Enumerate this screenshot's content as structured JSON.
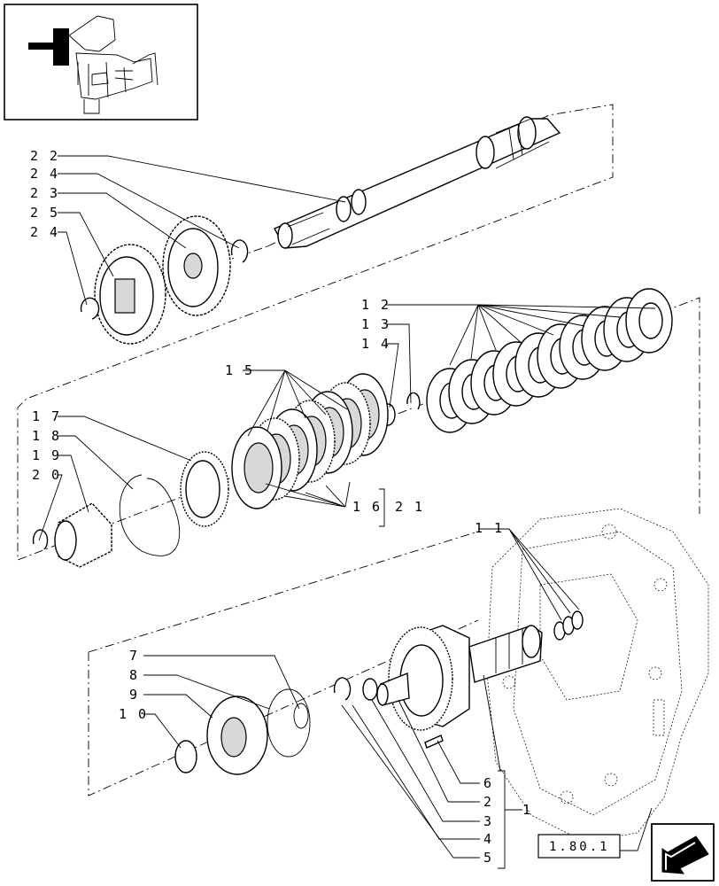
{
  "diagram": {
    "reference_box": "1.80.1",
    "callouts": [
      {
        "id": "22",
        "text": "2 2"
      },
      {
        "id": "24a",
        "text": "2 4"
      },
      {
        "id": "23",
        "text": "2 3"
      },
      {
        "id": "25",
        "text": "2 5"
      },
      {
        "id": "24b",
        "text": "2 4"
      },
      {
        "id": "12",
        "text": "1 2"
      },
      {
        "id": "13",
        "text": "1 3"
      },
      {
        "id": "14",
        "text": "1 4"
      },
      {
        "id": "15",
        "text": "1 5"
      },
      {
        "id": "17",
        "text": "1 7"
      },
      {
        "id": "18",
        "text": "1 8"
      },
      {
        "id": "19",
        "text": "1 9"
      },
      {
        "id": "20",
        "text": "2 0"
      },
      {
        "id": "16",
        "text": "1 6"
      },
      {
        "id": "21",
        "text": "2 1"
      },
      {
        "id": "11",
        "text": "1 1"
      },
      {
        "id": "7",
        "text": "7"
      },
      {
        "id": "8",
        "text": "8"
      },
      {
        "id": "9",
        "text": "9"
      },
      {
        "id": "10",
        "text": "1 0"
      },
      {
        "id": "6",
        "text": "6"
      },
      {
        "id": "2",
        "text": "2"
      },
      {
        "id": "3",
        "text": "3"
      },
      {
        "id": "1",
        "text": "1"
      },
      {
        "id": "4",
        "text": "4"
      },
      {
        "id": "5",
        "text": "5"
      }
    ]
  }
}
